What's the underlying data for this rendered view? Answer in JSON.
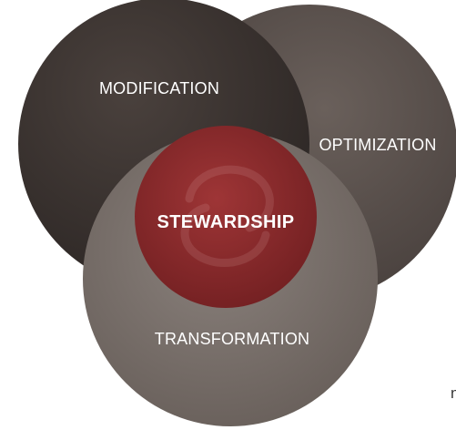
{
  "diagram": {
    "circles": {
      "modification": {
        "label": "MODIFICATION",
        "color": "#3b3431"
      },
      "optimization": {
        "label": "OPTIMIZATION",
        "color": "#5a514d"
      },
      "transformation": {
        "label": "TRANSFORMATION",
        "color": "#7a716c"
      },
      "stewardship": {
        "label": "STEWARDSHIP",
        "color": "#8c2a2b"
      }
    },
    "emblem": "swirl-logo-watermark",
    "stray_text": "n"
  }
}
